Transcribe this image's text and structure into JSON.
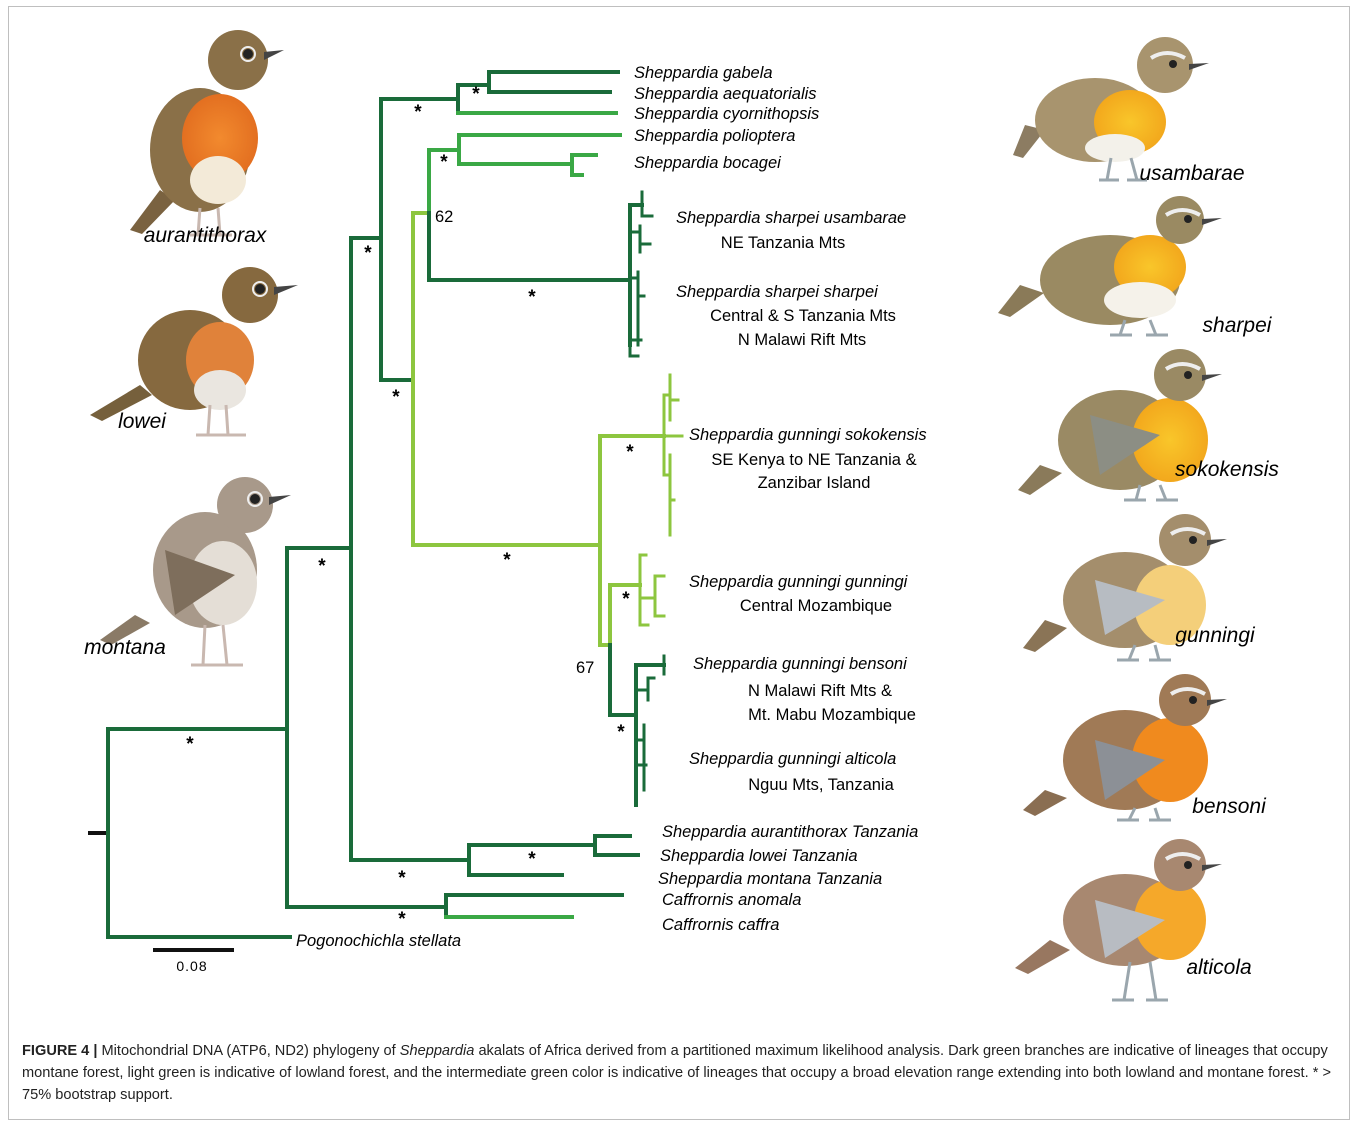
{
  "figure": {
    "number_label": "FIGURE 4 |",
    "caption_pre": " Mitochondrial DNA (ATP6, ND2) phylogeny of ",
    "caption_genus": "Sheppardia",
    "caption_post": " akalats of Africa derived from a partitioned maximum likelihood analysis. Dark green branches are indicative of lineages that occupy montane forest, light green is indicative of lowland forest, and the intermediate green color is indicative of lineages that occupy a broad elevation range extending into both lowland and montane forest. * > 75% bootstrap support."
  },
  "colors": {
    "montane": "#1a6b3a",
    "broad": "#3aa845",
    "lowland": "#8dc63f",
    "black": "#111111"
  },
  "taxa": [
    {
      "name": "Sheppardia gabela"
    },
    {
      "name": "Sheppardia aequatorialis"
    },
    {
      "name": "Sheppardia cyornithopsis"
    },
    {
      "name": "Sheppardia polioptera"
    },
    {
      "name": "Sheppardia bocagei"
    },
    {
      "name": "Sheppardia sharpei usambarae",
      "location": [
        "NE Tanzania Mts"
      ]
    },
    {
      "name": "Sheppardia sharpei sharpei",
      "location": [
        "Central & S Tanzania Mts",
        "N Malawi Rift Mts"
      ]
    },
    {
      "name": "Sheppardia gunningi sokokensis",
      "location": [
        "SE Kenya to NE Tanzania &",
        "Zanzibar Island"
      ]
    },
    {
      "name": "Sheppardia gunningi gunningi",
      "location": [
        "Central Mozambique"
      ]
    },
    {
      "name": "Sheppardia gunningi bensoni",
      "location": [
        "N Malawi Rift Mts &",
        "Mt. Mabu Mozambique"
      ]
    },
    {
      "name": "Sheppardia gunningi alticola",
      "location": [
        "Nguu Mts, Tanzania"
      ]
    },
    {
      "name": "Sheppardia aurantithorax Tanzania"
    },
    {
      "name": "Sheppardia lowei  Tanzania"
    },
    {
      "name": "Sheppardia montana  Tanzania"
    },
    {
      "name": "Caffrornis anomala"
    },
    {
      "name": "Caffrornis caffra"
    },
    {
      "name": "Pogonochichla stellata"
    }
  ],
  "support": {
    "star": "*",
    "values": [
      "62",
      "67"
    ]
  },
  "scale_bar": {
    "value": "0.08"
  },
  "illustrations": {
    "left": [
      "aurantithorax",
      "lowei",
      "montana"
    ],
    "right": [
      "usambarae",
      "sharpei",
      "sokokensis",
      "gunningi",
      "bensoni",
      "alticola"
    ]
  }
}
